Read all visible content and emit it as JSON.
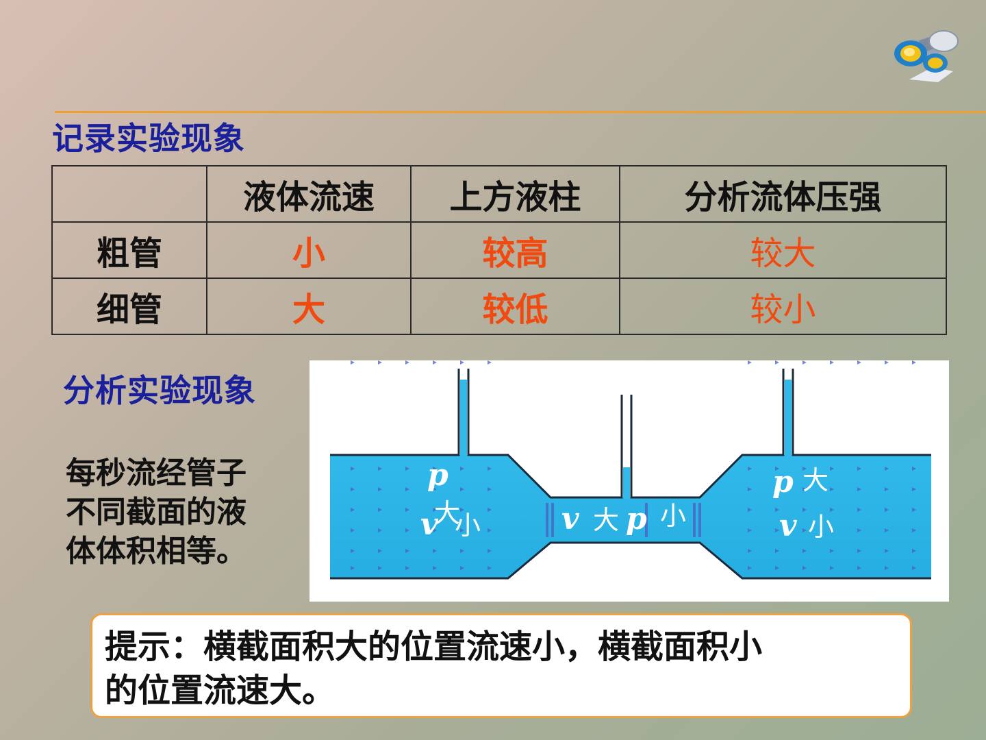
{
  "headings": {
    "record": "记录实验现象",
    "analysis": "分析实验现象"
  },
  "table": {
    "header": [
      "",
      "液体流速",
      "上方液柱",
      "分析流体压强"
    ],
    "rows": [
      {
        "label": "粗管",
        "speed": "小",
        "column": "较高",
        "pressure": "较大"
      },
      {
        "label": "细管",
        "speed": "大",
        "column": "较低",
        "pressure": "较小"
      }
    ]
  },
  "description": [
    "每秒流经管子",
    "不同截面的液",
    "体体积相等。"
  ],
  "diagram": {
    "left": {
      "p": "p",
      "p_val": "大",
      "v": "v",
      "v_val": "小"
    },
    "middle": {
      "v": "v",
      "v_val": "大",
      "p": "p",
      "p_val": "小"
    },
    "right": {
      "p": "p",
      "p_val": "大",
      "v": "v",
      "v_val": "小"
    }
  },
  "hint": {
    "line1": "提示：横截面积大的位置流速小，横截面积小",
    "line2": "的位置流速大。"
  },
  "colors": {
    "accent_line": "#f0a030",
    "heading": "#1a1f9c",
    "answer": "#f04a10",
    "water": "#2eb6e8"
  },
  "icons": {
    "corner": "binoculars-icon"
  }
}
